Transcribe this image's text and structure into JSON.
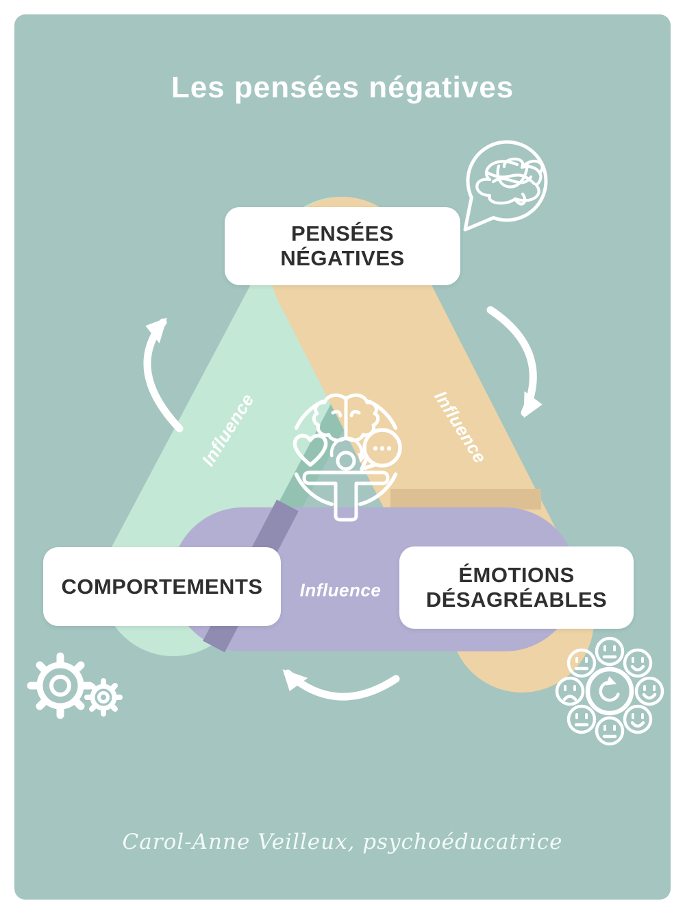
{
  "poster": {
    "title": "Les pensées négatives",
    "footer_credit": "Carol-Anne Veilleux, psychoéducatrice"
  },
  "nodes": {
    "thoughts": {
      "label": "PENSÉES\nNÉGATIVES"
    },
    "behaviors": {
      "label": "COMPORTEMENTS"
    },
    "emotions": {
      "label": "ÉMOTIONS\nDÉSAGRÉABLES"
    }
  },
  "edges": {
    "left": {
      "label": "Influence",
      "connects": "behaviors-thoughts",
      "color": "#C3E8D6"
    },
    "right": {
      "label": "Influence",
      "connects": "thoughts-emotions",
      "color": "#EDD3A5"
    },
    "bottom": {
      "label": "Influence",
      "connects": "emotions-behaviors",
      "color": "#B3AFD3"
    }
  },
  "icons": {
    "top_right": "tangled-thoughts-speech-bubble-icon",
    "center": "mind-body-heart-speech-icon",
    "bottom_left": "gears-icon",
    "bottom_right": "emotions-faces-cycle-icon",
    "arrows": [
      "cycle-arrow-up-left",
      "cycle-arrow-down-right",
      "cycle-arrow-bottom"
    ]
  },
  "colors": {
    "frame": "#FFFFFF",
    "background": "#A4C5C0",
    "mint": "#C3E8D6",
    "mint_shadow": "#93C2B3",
    "tan": "#EDD3A5",
    "tan_shadow": "#DCC093",
    "purple": "#B3AFD3",
    "purple_shadow": "#908BB1",
    "node_box": "#FFFFFF",
    "node_text": "#2F2F2F",
    "line_art": "#FFFFFF"
  }
}
